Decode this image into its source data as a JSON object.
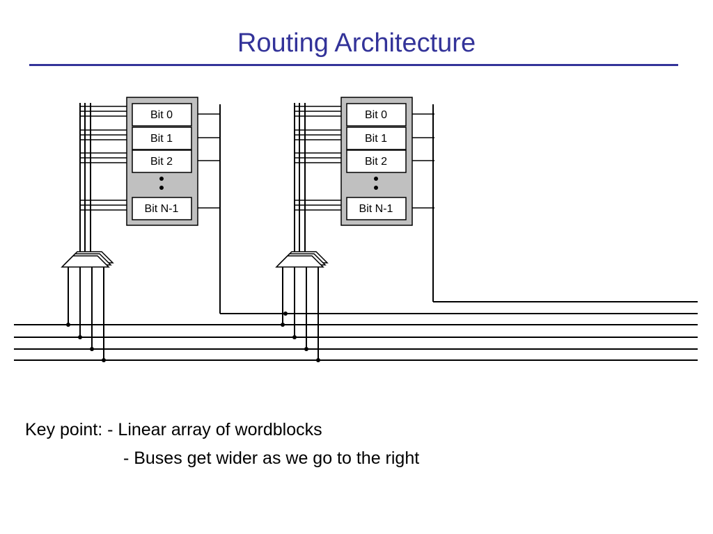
{
  "title": "Routing Architecture",
  "diagram": {
    "blocks": [
      {
        "bits": [
          "Bit 0",
          "Bit 1",
          "Bit 2",
          "Bit N-1"
        ],
        "ellipsis": "•\n•"
      },
      {
        "bits": [
          "Bit 0",
          "Bit 1",
          "Bit 2",
          "Bit N-1"
        ],
        "ellipsis": "•\n•"
      }
    ],
    "colors": {
      "block_fill": "#c0c0c0",
      "cell_fill": "#ffffff",
      "wire": "#000000"
    }
  },
  "notes": {
    "prefix": "Key point:",
    "points": [
      "- Linear array of wordblocks",
      "- Buses get wider as we go to the right"
    ]
  }
}
